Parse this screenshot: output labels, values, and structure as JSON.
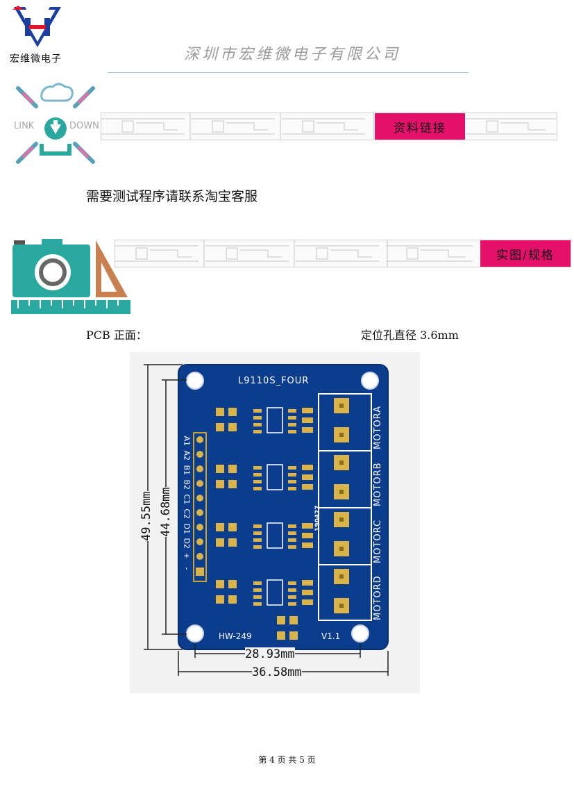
{
  "header": {
    "logo_caption": "宏维微电子",
    "company_name": "深圳市宏维微电子有限公司"
  },
  "link_banner": {
    "icon_left_word": "LINK",
    "icon_right_word": "DOWN",
    "tag_label": "资料链接"
  },
  "note_text": "需要测试程序请联系淘宝客服",
  "photo_banner": {
    "tag_label": "实图/规格"
  },
  "pcb": {
    "front_label": "PCB 正面：",
    "hole_label": "定位孔直径 3.6mm",
    "board_title": "L9110S_FOUR",
    "model": "HW-249",
    "version": "V1.1",
    "date_code": "190427",
    "pin_labels": [
      "A1",
      "A2",
      "B1",
      "B2",
      "C1",
      "C2",
      "D1",
      "D2",
      "+",
      "-"
    ],
    "motor_labels": [
      "MOTORA",
      "MOTORB",
      "MOTORC",
      "MOTORD"
    ],
    "dim_outer_height": "49.55mm",
    "dim_inner_height": "44.68mm",
    "dim_inner_width": "28.93mm",
    "dim_outer_width": "36.58mm"
  },
  "footer": {
    "page_text": "第 4 页 共 5 页"
  },
  "colors": {
    "accent_pink": "#e5106a",
    "board_blue": "#0b3d8c",
    "teal": "#2aa8a0"
  }
}
